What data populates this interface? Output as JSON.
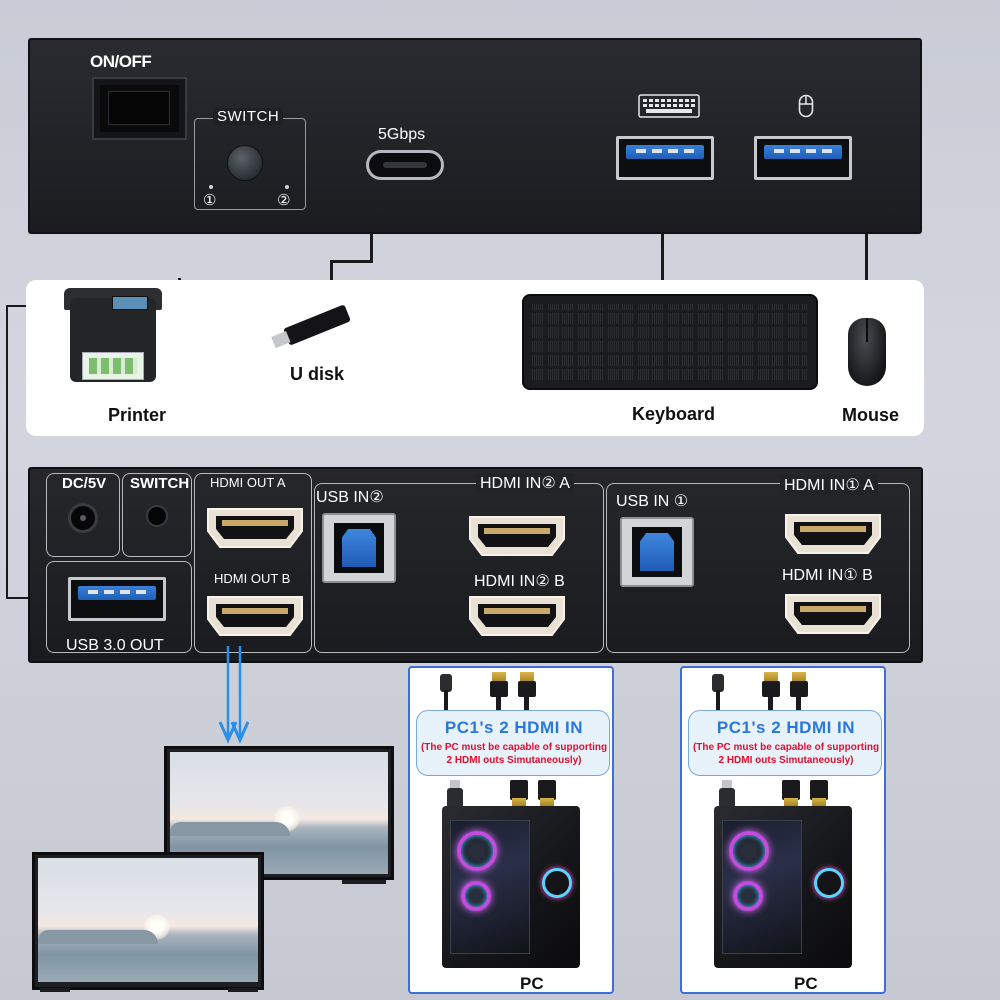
{
  "front_panel": {
    "power_label": "ON/OFF",
    "switch_label": "SWITCH",
    "switch_num_1": "①",
    "switch_num_2": "②",
    "usbc_speed": "5Gbps",
    "keyboard_port_icon": "keyboard-icon",
    "mouse_port_icon": "mouse-icon"
  },
  "peripherals": {
    "printer": "Printer",
    "udisk": "U disk",
    "keyboard": "Keyboard",
    "mouse": "Mouse"
  },
  "rear_panel": {
    "dc_label": "DC/5V",
    "switch_label": "SWITCH",
    "usb_out": "USB 3.0 OUT",
    "hdmi_out_a": "HDMI OUT A",
    "hdmi_out_b": "HDMI OUT B",
    "usb_in_2": "USB IN②",
    "hdmi_in_2a": "HDMI IN② A",
    "hdmi_in_2b": "HDMI IN② B",
    "usb_in_1": "USB IN ①",
    "hdmi_in_1a": "HDMI IN① A",
    "hdmi_in_1b": "HDMI IN① B"
  },
  "pcs": [
    {
      "title": "PC1's 2 HDMI IN",
      "note_line1": "(The PC must be capable of supporting",
      "note_line2": "2 HDMI outs Simutaneously)",
      "label": "PC"
    },
    {
      "title": "PC1's 2 HDMI IN",
      "note_line1": "(The PC must be capable of supporting",
      "note_line2": "2 HDMI outs Simutaneously)",
      "label": "PC"
    }
  ],
  "colors": {
    "panel": "#1f2024",
    "accent_blue": "#2a78d8",
    "note_red": "#e0102e",
    "card_border": "#3f6fd6"
  }
}
